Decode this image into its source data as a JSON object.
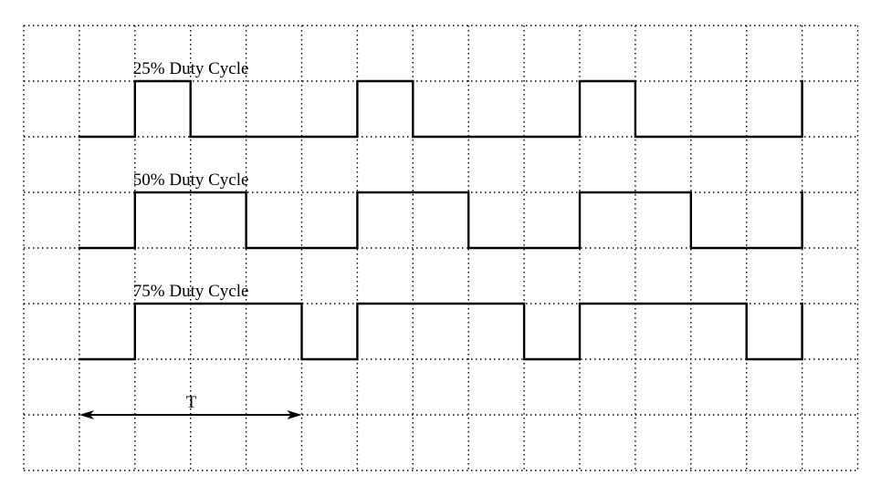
{
  "waveforms": [
    {
      "label": "25% Duty Cycle",
      "duty_cycle": 0.25
    },
    {
      "label": "50% Duty Cycle",
      "duty_cycle": 0.5
    },
    {
      "label": "75% Duty Cycle",
      "duty_cycle": 0.75
    }
  ],
  "period_marker": {
    "label": "T"
  },
  "periods_shown": 3.25,
  "grid": {
    "columns": 15,
    "rows": 8,
    "style": "dotted"
  }
}
